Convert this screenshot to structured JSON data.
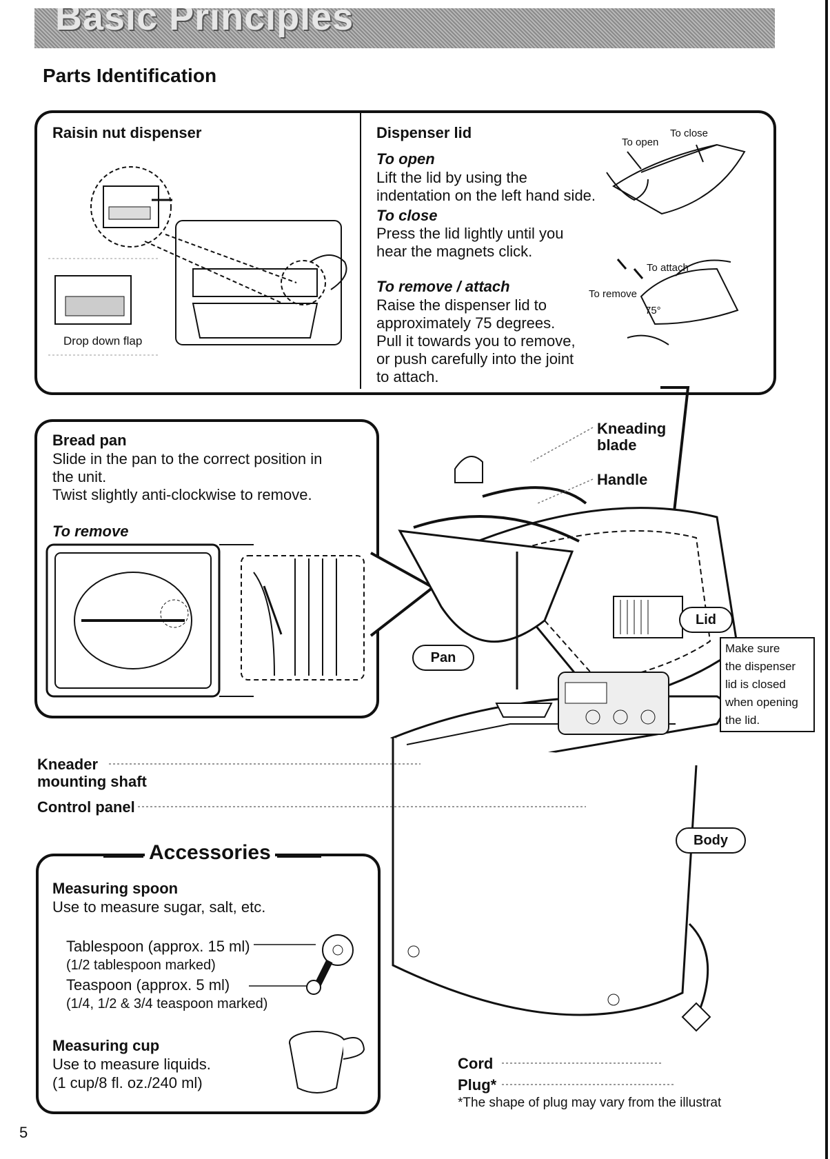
{
  "header": {
    "title": "Basic Principles",
    "section": "Parts Identification"
  },
  "dispenser_box": {
    "raisin_title": "Raisin nut dispenser",
    "drop_flap": "Drop down flap",
    "lid_title": "Dispenser lid",
    "open_title": "To open",
    "open_text": [
      "Lift the lid by using the",
      "indentation on the left hand side."
    ],
    "close_title": "To close",
    "close_text": [
      "Press the lid lightly until you",
      "hear the magnets click."
    ],
    "remove_title": "To remove / attach",
    "remove_text": [
      "Raise the dispenser lid to",
      "approximately 75 degrees.",
      "Pull it towards you to remove,",
      "or push carefully into the joint",
      "to attach."
    ],
    "fig_open": "To open",
    "fig_close": "To close",
    "fig_attach": "To attach",
    "fig_remove": "To remove",
    "fig_angle": "75°"
  },
  "bread_pan_box": {
    "title": "Bread pan",
    "text": [
      "Slide in the pan to the correct position in",
      "the unit.",
      "Twist slightly anti-clockwise to remove."
    ],
    "remove_title": "To remove"
  },
  "parts": {
    "kneading_blade": [
      "Kneading",
      "blade"
    ],
    "handle": "Handle",
    "lid": "Lid",
    "pan": "Pan",
    "body": "Body",
    "kneader_shaft": [
      "Kneader",
      "mounting shaft"
    ],
    "control_panel": "Control panel",
    "cord": "Cord",
    "plug": "Plug*",
    "plug_note": "*The shape of plug may vary from the illustrat",
    "lid_note": [
      "Make sure",
      "the dispenser",
      "lid is closed",
      "when opening",
      "the lid."
    ]
  },
  "accessories": {
    "title": "Accessories",
    "spoon_title": "Measuring spoon",
    "spoon_text": "Use to measure sugar, salt, etc.",
    "tablespoon": "Tablespoon (approx. 15 ml)",
    "tablespoon_note": "(1/2 tablespoon marked)",
    "teaspoon": "Teaspoon (approx. 5 ml)",
    "teaspoon_note": "(1/4, 1/2 & 3/4 teaspoon marked)",
    "cup_title": "Measuring cup",
    "cup_text": "Use to measure liquids.",
    "cup_note": "(1 cup/8 fl. oz./240 ml)"
  },
  "footer": {
    "page_number": "5"
  }
}
